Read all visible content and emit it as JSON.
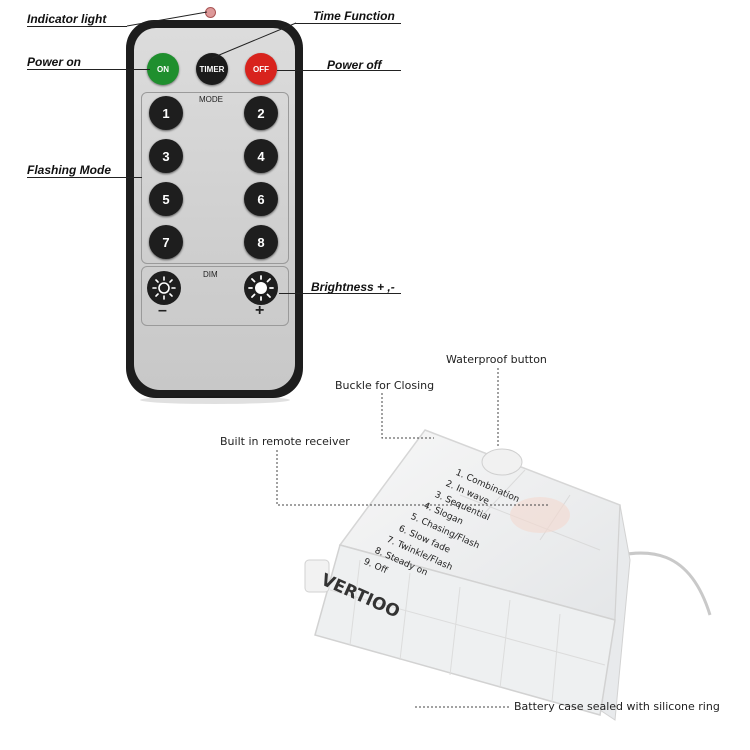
{
  "remote": {
    "buttons": {
      "on": "ON",
      "timer": "TIMER",
      "off": "OFF"
    },
    "mode_label": "MODE",
    "dim_label": "DIM",
    "numbers": [
      "1",
      "2",
      "3",
      "4",
      "5",
      "6",
      "7",
      "8"
    ],
    "minus": "–",
    "plus": "+"
  },
  "callouts": {
    "indicator_light": "Indicator light",
    "time_function": "Time Function",
    "power_on": "Power on",
    "power_off": "Power off",
    "flashing_mode": "Flashing Mode",
    "brightness": "Brightness + ,-"
  },
  "battery": {
    "waterproof_button": "Waterproof button",
    "buckle": "Buckle for Closing",
    "receiver": "Built in remote receiver",
    "sealed": "Battery case sealed with silicone ring",
    "brand": "VERTIOO",
    "modes": [
      "1. Combination",
      "2. In wave",
      "3. Sequential",
      "4. Slogan",
      "5. Chasing/Flash",
      "6. Slow fade",
      "7. Twinkle/Flash",
      "8. Steady on",
      "9. Off"
    ]
  },
  "colors": {
    "on": "#1f8f2e",
    "timer": "#1b1b1b",
    "off": "#d8231d",
    "brand_accent": "#e07a1a"
  }
}
